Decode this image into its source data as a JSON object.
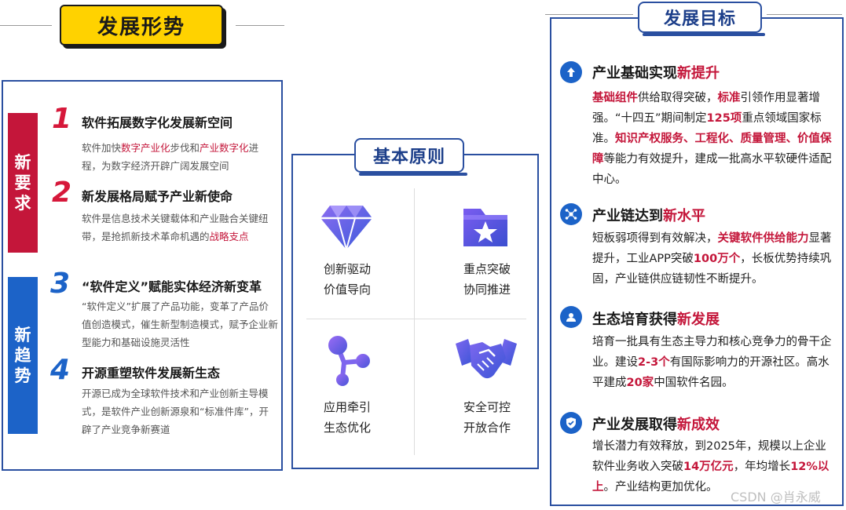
{
  "left": {
    "title": "发展形势",
    "tag_new_requirements": "新要求",
    "tag_new_trends": "新趋势",
    "items": [
      {
        "num": "1",
        "title": "软件拓展数字化发展新空间",
        "desc_a": "软件加快",
        "desc_hl1": "数字产业化",
        "desc_b": "步伐和",
        "desc_hl2": "产业数字化",
        "desc_c": "进程，为数字经济开辟广阔发展空间"
      },
      {
        "num": "2",
        "title": "新发展格局赋予产业新使命",
        "desc_a": "软件是信息技术关键载体和产业融合关键纽带，是抢抓新技术革命机遇的",
        "desc_hl1": "战略支点"
      },
      {
        "num": "3",
        "title": "“软件定义”赋能实体经济新变革",
        "desc_a": "“软件定义”扩展了产品功能，变革了产品价值创造模式，催生新型制造模式，赋予企业新型能力和基础设施灵活性"
      },
      {
        "num": "4",
        "title": "开源重塑软件发展新生态",
        "desc_a": "开源已成为全球软件技术和产业创新主导模式，是软件产业创新源泉和“标准件库”，开辟了产业竞争新赛道"
      }
    ]
  },
  "middle": {
    "title": "基本原则",
    "principles": [
      {
        "icon": "diamond-icon",
        "line1": "创新驱动",
        "line2": "价值导向"
      },
      {
        "icon": "folder-star-icon",
        "line1": "重点突破",
        "line2": "协同推进"
      },
      {
        "icon": "network-nodes-icon",
        "line1": "应用牵引",
        "line2": "生态优化"
      },
      {
        "icon": "handshake-icon",
        "line1": "安全可控",
        "line2": "开放合作"
      }
    ]
  },
  "right": {
    "title": "发展目标",
    "goals": [
      {
        "icon": "arrow-up-icon",
        "head_a": "产业基础实现",
        "head_hl": "新提升",
        "b1": "基础组件",
        "b2": "供给取得突破，",
        "b3": "标准",
        "b4": "引领作用显著增强。“十四五”期间制定",
        "b5": "125项",
        "b6": "重点领域国家标准。",
        "b7": "知识产权服务、工程化、质量管理、价值保障",
        "b8": "等能力有效提升，建成一批高水平软硬件适配中心。"
      },
      {
        "icon": "chain-icon",
        "head_a": "产业链达到",
        "head_hl": "新水平",
        "b1": "短板弱项得到有效解决，",
        "b2": "关键软件供给能力",
        "b3": "显著提升，工业APP突破",
        "b4": "100万个",
        "b5": "，长板优势持续巩固，产业链供应链韧性不断提升。"
      },
      {
        "icon": "ecosystem-icon",
        "head_a": "生态培育获得",
        "head_hl": "新发展",
        "b1": "培育一批具有生态主导力和核心竞争力的骨干企业。建设",
        "b2": "2-3个",
        "b3": "有国际影响力的开源社区。高水平建成",
        "b4": "20家",
        "b5": "中国软件名园。"
      },
      {
        "icon": "shield-check-icon",
        "head_a": "产业发展取得",
        "head_hl": "新成效",
        "b1": "增长潜力有效释放，到2025年，规模以上企业软件业务收入突破",
        "b2": "14万亿元",
        "b3": "，年均增长",
        "b4": "12%以上",
        "b5": "。产业结构更加优化。"
      }
    ]
  },
  "watermark": "CSDN @肖永威",
  "colors": {
    "accent_red": "#c4163a",
    "accent_blue": "#1c63c8",
    "frame_blue": "#2a4fa0",
    "title_yellow": "#ffd200"
  }
}
